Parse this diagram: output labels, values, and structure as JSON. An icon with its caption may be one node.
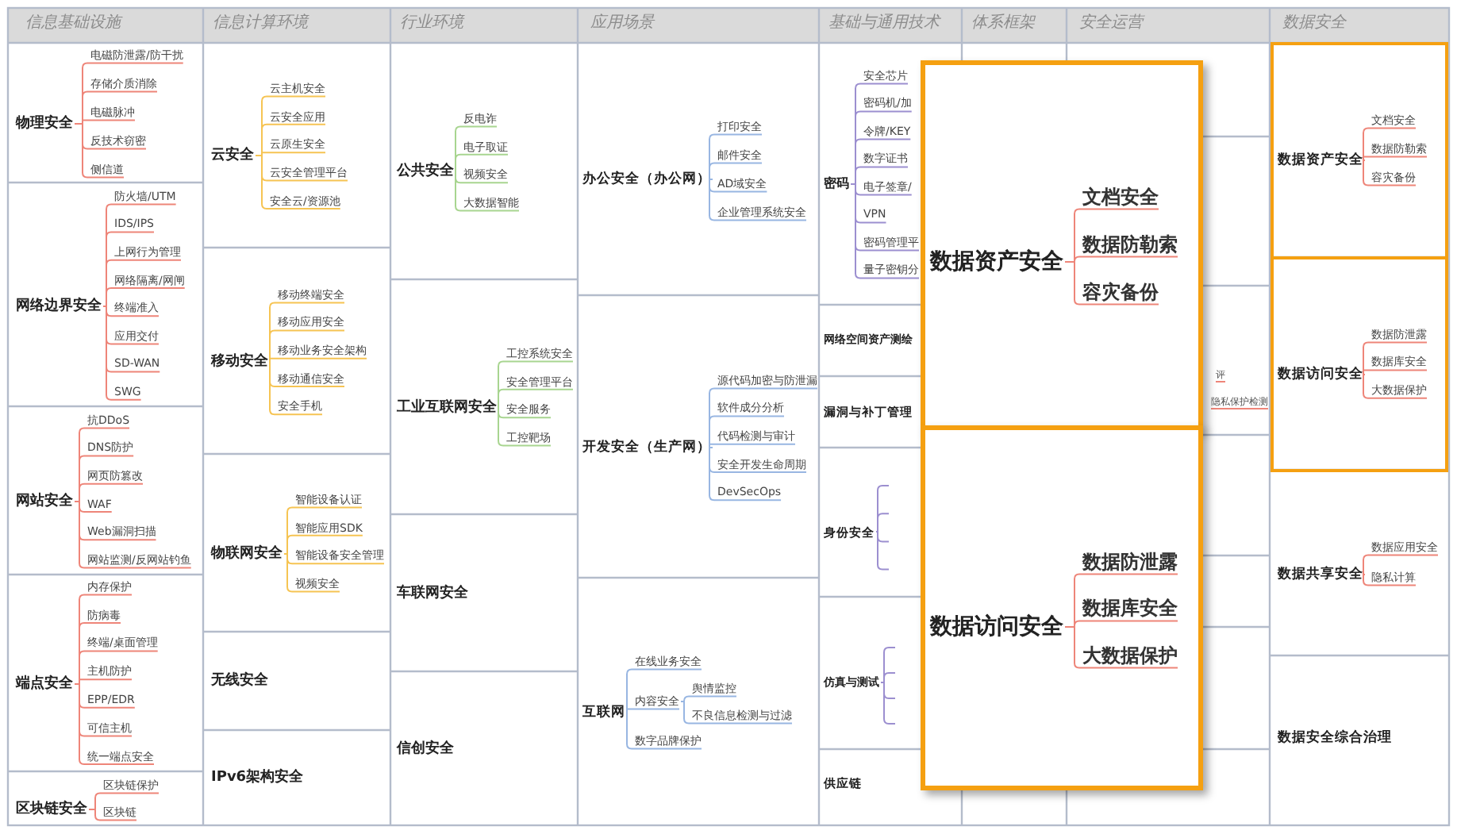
{
  "diagram": {
    "nodes": [
      {
        "text": [
          "物理安全"
        ]
      },
      {
        "text": [
          "电磁防泄露/防干扰"
        ]
      },
      {
        "text": [
          "存储介质消除"
        ]
      },
      {
        "text": [
          "电磁脉冲"
        ]
      },
      {
        "text": [
          "反技术窃密"
        ]
      },
      {
        "text": [
          "侧信道"
        ]
      },
      {
        "text": [
          "网络边界安全"
        ]
      },
      {
        "text": [
          "防火墙/UTM"
        ]
      },
      {
        "text": [
          "IDS/IPS"
        ]
      },
      {
        "text": [
          "上网行为管理"
        ]
      },
      {
        "text": [
          "网络隔离/网闸"
        ]
      },
      {
        "text": [
          "终端准入"
        ]
      },
      {
        "text": [
          "应用交付"
        ]
      },
      {
        "text": [
          "SD-WAN"
        ]
      },
      {
        "text": [
          "SWG"
        ]
      },
      {
        "text": [
          "网站安全"
        ]
      },
      {
        "text": [
          "抗DDoS"
        ]
      },
      {
        "text": [
          "DNS防护"
        ]
      },
      {
        "text": [
          "网页防篡改"
        ]
      },
      {
        "text": [
          "WAF"
        ]
      },
      {
        "text": [
          "Web漏洞扫描"
        ]
      },
      {
        "text": [
          "网站监测/反网站钓鱼"
        ]
      },
      {
        "text": [
          "端点安全"
        ]
      },
      {
        "text": [
          "内存保护"
        ]
      },
      {
        "text": [
          "防病毒"
        ]
      },
      {
        "text": [
          "终端/桌面管理"
        ]
      },
      {
        "text": [
          "主机防护"
        ]
      },
      {
        "text": [
          "EPP/EDR"
        ]
      },
      {
        "text": [
          "可信主机"
        ]
      },
      {
        "text": [
          "统一端点安全"
        ]
      },
      {
        "text": [
          "区块链安全"
        ]
      },
      {
        "text": [
          "区块链保护"
        ]
      },
      {
        "text": [
          "区块链"
        ]
      },
      {
        "text": [
          "云安全"
        ]
      },
      {
        "text": [
          "云主机安全"
        ]
      },
      {
        "text": [
          "云安全应用"
        ]
      },
      {
        "text": [
          "云原生安全"
        ]
      },
      {
        "text": [
          "云安全管理平台"
        ]
      },
      {
        "text": [
          "安全云/资源池"
        ]
      },
      {
        "text": [
          "移动安全"
        ]
      },
      {
        "text": [
          "移动终端安全"
        ]
      },
      {
        "text": [
          "移动应用安全"
        ]
      },
      {
        "text": [
          "移动业务安全架构"
        ]
      },
      {
        "text": [
          "移动通信安全"
        ]
      },
      {
        "text": [
          "安全手机"
        ]
      },
      {
        "text": [
          "物联网安全"
        ]
      },
      {
        "text": [
          "智能设备认证"
        ]
      },
      {
        "text": [
          "智能应用SDK"
        ]
      },
      {
        "text": [
          "智能设备安全管理"
        ]
      },
      {
        "text": [
          "视频安全"
        ]
      },
      {
        "text": [
          "无线安全"
        ]
      },
      {
        "text": [
          "IPv6架构安全"
        ]
      },
      {
        "text": [
          "公共安全"
        ]
      },
      {
        "text": [
          "反电诈"
        ]
      },
      {
        "text": [
          "电子取证"
        ]
      },
      {
        "text": [
          "视频安全"
        ]
      },
      {
        "text": [
          "大数据智能"
        ]
      },
      {
        "text": [
          "工业互联网安全"
        ]
      },
      {
        "text": [
          "工控系统安全"
        ]
      },
      {
        "text": [
          "安全管理平台"
        ]
      },
      {
        "text": [
          "安全服务"
        ]
      },
      {
        "text": [
          "工控靶场"
        ]
      },
      {
        "text": [
          "车联网安全"
        ]
      },
      {
        "text": [
          "信创安全"
        ]
      },
      {
        "text": [
          "办公安全（办公网）"
        ]
      },
      {
        "text": [
          "打印安全"
        ]
      },
      {
        "text": [
          "邮件安全"
        ]
      },
      {
        "text": [
          "AD域安全"
        ]
      },
      {
        "text": [
          "企业管理系统安全"
        ]
      },
      {
        "text": [
          "开发安全（生产网）"
        ]
      },
      {
        "text": [
          "源代码加密与防泄漏"
        ]
      },
      {
        "text": [
          "软件成分分析"
        ]
      },
      {
        "text": [
          "代码检测与审计"
        ]
      },
      {
        "text": [
          "安全开发生命周期"
        ]
      },
      {
        "text": [
          "DevSecOps"
        ]
      },
      {
        "text": [
          "互联网"
        ]
      },
      {
        "text": [
          "在线业务安全"
        ]
      },
      {
        "text": [
          "内容安全"
        ]
      },
      {
        "text": [
          "舆情监控"
        ]
      },
      {
        "text": [
          "不良信息检测与过滤"
        ]
      },
      {
        "text": [
          "数字品牌保护"
        ]
      },
      {
        "text": [
          "密码"
        ]
      },
      {
        "text": [
          "安全芯片"
        ]
      },
      {
        "text": [
          "密码机/加"
        ]
      },
      {
        "text": [
          "令牌/KEY"
        ]
      },
      {
        "text": [
          "数字证书"
        ]
      },
      {
        "text": [
          "电子签章/"
        ]
      },
      {
        "text": [
          "VPN"
        ]
      },
      {
        "text": [
          "密码管理平"
        ]
      },
      {
        "text": [
          "量子密钥分"
        ]
      },
      {
        "text": [
          "网络空间资产测绘"
        ]
      },
      {
        "text": [
          "漏洞与补丁管理"
        ]
      },
      {
        "text": [
          "身份安全"
        ]
      },
      {
        "text": [
          "仿真与测试"
        ]
      },
      {
        "text": [
          "供应链"
        ]
      },
      {
        "text": [],
        "shape": "box"
      },
      {
        "text": [
          "数据资产安全"
        ],
        "in": 95
      },
      {
        "text": [
          "文档安全"
        ],
        "in": 95
      },
      {
        "text": [
          "数据防勒索"
        ],
        "in": 95
      },
      {
        "text": [
          "容灾备份"
        ],
        "in": 95
      },
      {
        "text": [],
        "shape": "box"
      },
      {
        "text": [
          "数据访问安全"
        ],
        "in": 100
      },
      {
        "text": [
          "数据防泄露"
        ],
        "in": 100
      },
      {
        "text": [
          "数据库安全"
        ],
        "in": 100
      },
      {
        "text": [
          "大数据保护"
        ],
        "in": 100
      },
      {
        "text": [
          "数据资产安全"
        ]
      },
      {
        "text": [
          "文档安全"
        ]
      },
      {
        "text": [
          "数据防勒索"
        ]
      },
      {
        "text": [
          "容灾备份"
        ]
      },
      {
        "text": [
          "数据访问安全"
        ]
      },
      {
        "text": [
          "数据防泄露"
        ]
      },
      {
        "text": [
          "数据库安全"
        ]
      },
      {
        "text": [
          "大数据保护"
        ]
      },
      {
        "text": [
          "数据共享安全"
        ]
      },
      {
        "text": [
          "数据应用安全"
        ]
      },
      {
        "text": [
          "隐私计算"
        ]
      },
      {
        "text": [
          "数据安全综合治理"
        ]
      }
    ],
    "edges": [
      {
        "from": 0,
        "to": 1,
        "arrow": "none"
      },
      {
        "from": 0,
        "to": 2,
        "arrow": "none"
      },
      {
        "from": 0,
        "to": 3,
        "arrow": "none"
      },
      {
        "from": 0,
        "to": 4,
        "arrow": "none"
      },
      {
        "from": 0,
        "to": 5,
        "arrow": "none"
      },
      {
        "from": 6,
        "to": 7,
        "arrow": "none"
      },
      {
        "from": 6,
        "to": 8,
        "arrow": "none"
      },
      {
        "from": 6,
        "to": 9,
        "arrow": "none"
      },
      {
        "from": 6,
        "to": 10,
        "arrow": "none"
      },
      {
        "from": 6,
        "to": 11,
        "arrow": "none"
      },
      {
        "from": 6,
        "to": 12,
        "arrow": "none"
      },
      {
        "from": 6,
        "to": 13,
        "arrow": "none"
      },
      {
        "from": 6,
        "to": 14,
        "arrow": "none"
      },
      {
        "from": 15,
        "to": 16,
        "arrow": "none"
      },
      {
        "from": 15,
        "to": 17,
        "arrow": "none"
      },
      {
        "from": 15,
        "to": 18,
        "arrow": "none"
      },
      {
        "from": 15,
        "to": 19,
        "arrow": "none"
      },
      {
        "from": 15,
        "to": 20,
        "arrow": "none"
      },
      {
        "from": 15,
        "to": 21,
        "arrow": "none"
      },
      {
        "from": 22,
        "to": 23,
        "arrow": "none"
      },
      {
        "from": 22,
        "to": 24,
        "arrow": "none"
      },
      {
        "from": 22,
        "to": 25,
        "arrow": "none"
      },
      {
        "from": 22,
        "to": 26,
        "arrow": "none"
      },
      {
        "from": 22,
        "to": 27,
        "arrow": "none"
      },
      {
        "from": 22,
        "to": 28,
        "arrow": "none"
      },
      {
        "from": 22,
        "to": 29,
        "arrow": "none"
      },
      {
        "from": 30,
        "to": 31,
        "arrow": "none"
      },
      {
        "from": 30,
        "to": 32,
        "arrow": "none"
      },
      {
        "from": 33,
        "to": 34,
        "arrow": "none",
        "color": "#f6c453"
      },
      {
        "from": 33,
        "to": 35,
        "arrow": "none",
        "color": "#f6c453"
      },
      {
        "from": 33,
        "to": 36,
        "arrow": "none",
        "color": "#f6c453"
      },
      {
        "from": 33,
        "to": 37,
        "arrow": "none",
        "color": "#f6c453"
      },
      {
        "from": 33,
        "to": 38,
        "arrow": "none",
        "color": "#f6c453"
      },
      {
        "from": 39,
        "to": 40,
        "arrow": "none",
        "color": "#f6c453"
      },
      {
        "from": 39,
        "to": 41,
        "arrow": "none",
        "color": "#f6c453"
      },
      {
        "from": 39,
        "to": 42,
        "arrow": "none",
        "color": "#f6c453"
      },
      {
        "from": 39,
        "to": 43,
        "arrow": "none",
        "color": "#f6c453"
      },
      {
        "from": 39,
        "to": 44,
        "arrow": "none",
        "color": "#f6c453"
      },
      {
        "from": 45,
        "to": 46,
        "arrow": "none",
        "color": "#f6c453"
      },
      {
        "from": 45,
        "to": 47,
        "arrow": "none",
        "color": "#f6c453"
      },
      {
        "from": 45,
        "to": 48,
        "arrow": "none",
        "color": "#f6c453"
      },
      {
        "from": 45,
        "to": 49,
        "arrow": "none",
        "color": "#f6c453"
      },
      {
        "from": 52,
        "to": 53,
        "arrow": "none",
        "color": "#a8d590"
      },
      {
        "from": 52,
        "to": 54,
        "arrow": "none",
        "color": "#a8d590"
      },
      {
        "from": 52,
        "to": 55,
        "arrow": "none",
        "color": "#a8d590"
      },
      {
        "from": 52,
        "to": 56,
        "arrow": "none",
        "color": "#a8d590"
      },
      {
        "from": 57,
        "to": 58,
        "arrow": "none",
        "color": "#a8d590"
      },
      {
        "from": 57,
        "to": 59,
        "arrow": "none",
        "color": "#a8d590"
      },
      {
        "from": 57,
        "to": 60,
        "arrow": "none",
        "color": "#a8d590"
      },
      {
        "from": 57,
        "to": 61,
        "arrow": "none",
        "color": "#a8d590"
      },
      {
        "from": 64,
        "to": 65,
        "arrow": "none",
        "color": "#98b6e2"
      },
      {
        "from": 64,
        "to": 66,
        "arrow": "none",
        "color": "#98b6e2"
      },
      {
        "from": 64,
        "to": 67,
        "arrow": "none",
        "color": "#98b6e2"
      },
      {
        "from": 64,
        "to": 68,
        "arrow": "none",
        "color": "#98b6e2"
      },
      {
        "from": 69,
        "to": 70,
        "arrow": "none",
        "color": "#98b6e2"
      },
      {
        "from": 69,
        "to": 71,
        "arrow": "none",
        "color": "#98b6e2"
      },
      {
        "from": 69,
        "to": 72,
        "arrow": "none",
        "color": "#98b6e2"
      },
      {
        "from": 69,
        "to": 73,
        "arrow": "none",
        "color": "#98b6e2"
      },
      {
        "from": 69,
        "to": 74,
        "arrow": "none",
        "color": "#98b6e2"
      },
      {
        "from": 75,
        "to": 76,
        "arrow": "none",
        "color": "#98b6e2"
      },
      {
        "from": 75,
        "to": 77,
        "arrow": "none",
        "color": "#98b6e2"
      },
      {
        "from": 75,
        "to": 80,
        "arrow": "none",
        "color": "#98b6e2"
      },
      {
        "from": 77,
        "to": 78,
        "arrow": "none",
        "color": "#98b6e2"
      },
      {
        "from": 77,
        "to": 79,
        "arrow": "none",
        "color": "#98b6e2"
      },
      {
        "from": 81,
        "to": 82,
        "arrow": "none",
        "color": "#9c8fd0"
      },
      {
        "from": 81,
        "to": 83,
        "arrow": "none",
        "color": "#9c8fd0"
      },
      {
        "from": 81,
        "to": 84,
        "arrow": "none",
        "color": "#9c8fd0"
      },
      {
        "from": 81,
        "to": 85,
        "arrow": "none",
        "color": "#9c8fd0"
      },
      {
        "from": 81,
        "to": 86,
        "arrow": "none",
        "color": "#9c8fd0"
      },
      {
        "from": 81,
        "to": 87,
        "arrow": "none",
        "color": "#9c8fd0"
      },
      {
        "from": 81,
        "to": 88,
        "arrow": "none",
        "color": "#9c8fd0"
      },
      {
        "from": 81,
        "to": 89,
        "arrow": "none",
        "color": "#9c8fd0"
      },
      {
        "from": 92,
        "to": null,
        "arrow": "none",
        "color": "#9c8fd0"
      },
      {
        "from": 92,
        "to": null,
        "arrow": "none",
        "color": "#9c8fd0"
      },
      {
        "from": 92,
        "to": null,
        "arrow": "none",
        "color": "#9c8fd0"
      },
      {
        "from": 92,
        "to": null,
        "arrow": "none",
        "color": "#9c8fd0"
      },
      {
        "from": 93,
        "to": null,
        "arrow": "none",
        "color": "#9c8fd0"
      },
      {
        "from": 93,
        "to": null,
        "arrow": "none",
        "color": "#9c8fd0"
      },
      {
        "from": 93,
        "to": null,
        "arrow": "none",
        "color": "#9c8fd0"
      },
      {
        "from": 93,
        "to": null,
        "arrow": "none",
        "color": "#9c8fd0"
      },
      {
        "from": 96,
        "to": 97,
        "arrow": "none"
      },
      {
        "from": 96,
        "to": 98,
        "arrow": "none"
      },
      {
        "from": 96,
        "to": 99,
        "arrow": "none"
      },
      {
        "from": 101,
        "to": 102,
        "arrow": "none"
      },
      {
        "from": 101,
        "to": 103,
        "arrow": "none"
      },
      {
        "from": 101,
        "to": 104,
        "arrow": "none"
      },
      {
        "from": 105,
        "to": 106,
        "arrow": "none"
      },
      {
        "from": 105,
        "to": 107,
        "arrow": "none"
      },
      {
        "from": 105,
        "to": 108,
        "arrow": "none"
      },
      {
        "from": 109,
        "to": 110,
        "arrow": "none"
      },
      {
        "from": 109,
        "to": 111,
        "arrow": "none"
      },
      {
        "from": 109,
        "to": 112,
        "arrow": "none"
      },
      {
        "from": 113,
        "to": 114,
        "arrow": "none"
      },
      {
        "from": 113,
        "to": 115,
        "arrow": "none"
      }
    ],
    "labels": [
      "信息基础设施",
      "信息计算环境",
      "行业环境",
      "应用场景",
      "基础与通用技术",
      "体系框架",
      "安全运营",
      "数据安全",
      "评",
      "隐私保护检测"
    ]
  }
}
